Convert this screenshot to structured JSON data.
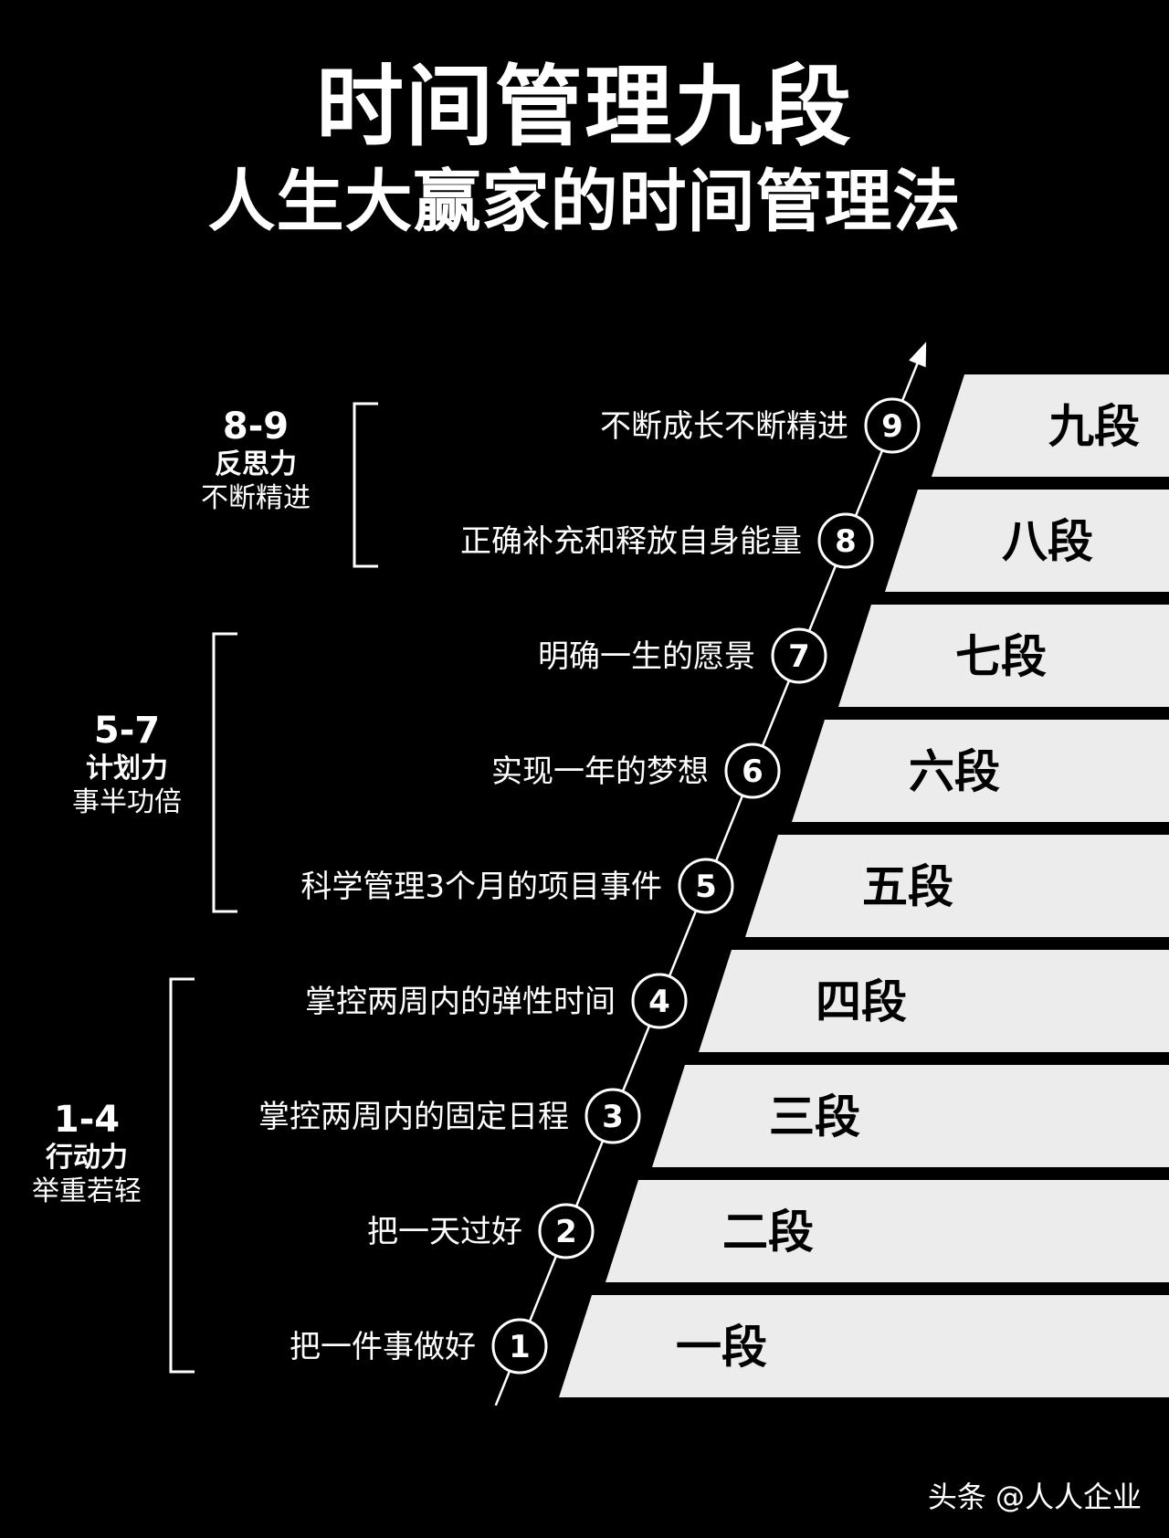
{
  "title": "时间管理九段",
  "subtitle": "人生大赢家的时间管理法",
  "levels": [
    {
      "number": "1",
      "name": "一段",
      "description": "把一件事做好"
    },
    {
      "number": "2",
      "name": "二段",
      "description": "把一天过好"
    },
    {
      "number": "3",
      "name": "三段",
      "description": "掌控两周内的固定日程"
    },
    {
      "number": "4",
      "name": "四段",
      "description": "掌控两周内的弹性时间"
    },
    {
      "number": "5",
      "name": "五段",
      "description": "科学管理3个月的项目事件"
    },
    {
      "number": "6",
      "name": "六段",
      "description": "实现一年的梦想"
    },
    {
      "number": "7",
      "name": "七段",
      "description": "明确一生的愿景"
    },
    {
      "number": "8",
      "name": "八段",
      "description": "正确补充和释放自身能量"
    },
    {
      "number": "9",
      "name": "九段",
      "description": "不断成长不断精进"
    }
  ],
  "groups": [
    {
      "range": "1-4",
      "skill": "行动力",
      "motto": "举重若轻"
    },
    {
      "range": "5-7",
      "skill": "计划力",
      "motto": "事半功倍"
    },
    {
      "range": "8-9",
      "skill": "反思力",
      "motto": "不断精进"
    }
  ],
  "footer": "头条 @人人企业",
  "colors": {
    "background": "#000000",
    "step_fill": "#ececec",
    "text": "#ffffff",
    "step_text": "#000000"
  }
}
